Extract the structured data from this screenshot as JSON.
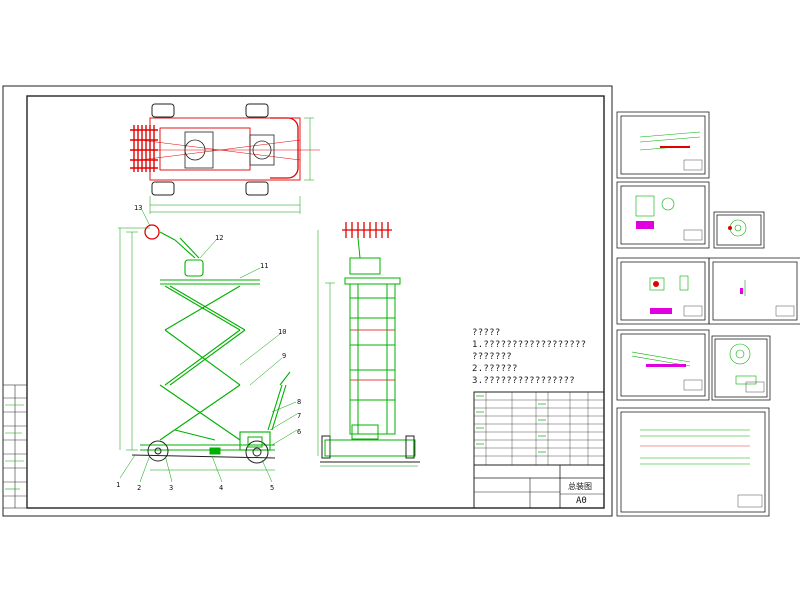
{
  "notes": {
    "heading": "?????",
    "line1": "1.??????????????????",
    "line2": "???????",
    "line3": "2.??????",
    "line4": "3.????????????????"
  },
  "part_labels": [
    "1",
    "2",
    "3",
    "4",
    "5",
    "6",
    "7",
    "8",
    "9",
    "10",
    "11",
    "12",
    "13"
  ],
  "title_block": {
    "sheet_size": "A0",
    "drawing_name": "总装图"
  },
  "colors": {
    "frame": "#1a1a1a",
    "structure": "#00b000",
    "dimension": "#00a000",
    "highlight": "#e00000",
    "accent": "#e000e0"
  }
}
